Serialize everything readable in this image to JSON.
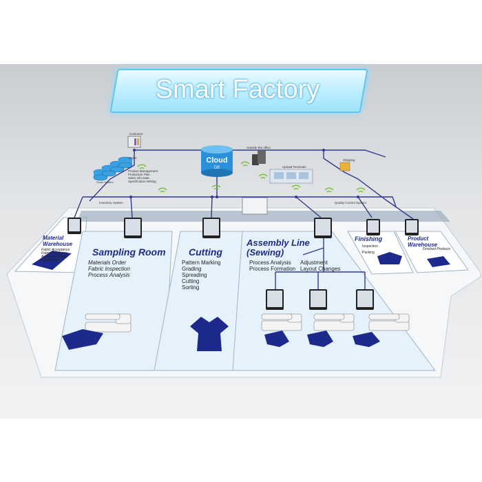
{
  "title": "Smart Factory",
  "network": {
    "customer": "Customer",
    "order": "Order",
    "order_system": "Order System",
    "cloud": "Cloud",
    "cloud_sub": "DB",
    "outside": "Outside the office",
    "upload_terminals": "Upload Terminals",
    "shipping": "Shipping",
    "info_lines": [
      "Product Management",
      "Production Plan",
      "Sales Info Data",
      "Specification Writing"
    ],
    "inventory_system": "Inventory System",
    "quality_system": "Quality Control System"
  },
  "zones": {
    "warehouse": {
      "title": [
        "Material",
        "Warehouse"
      ],
      "items": [
        "Fabric Acceptance",
        "Fabric Inspection",
        "Auxiliary Material",
        "Acceptance"
      ]
    },
    "sampling": {
      "title": "Sampling Room",
      "items": [
        "Materials Order",
        "Fabric Inspection",
        "Process Analysis"
      ]
    },
    "cutting": {
      "title": "Cutting",
      "items": [
        "Pattern Marking",
        "Grading",
        "Spreading",
        "Cutting",
        "Sorting"
      ]
    },
    "assembly": {
      "title": [
        "Assembly Line",
        "(Sewing)"
      ],
      "items_left": [
        "Process Analysis",
        "Process Formation"
      ],
      "items_right": [
        "Adjustment",
        "Layout Changes"
      ]
    },
    "finishing": {
      "title": "Finishing",
      "items": [
        "Inspection",
        "Packing"
      ]
    },
    "product": {
      "title": [
        "Product",
        "Warehouse"
      ],
      "items": [
        "Finished Products"
      ]
    }
  },
  "colors": {
    "navy": "#1d2a8c",
    "cyan": "#5cc6ee",
    "panel": "#e6f2fb",
    "line": "#2f3a8f"
  }
}
